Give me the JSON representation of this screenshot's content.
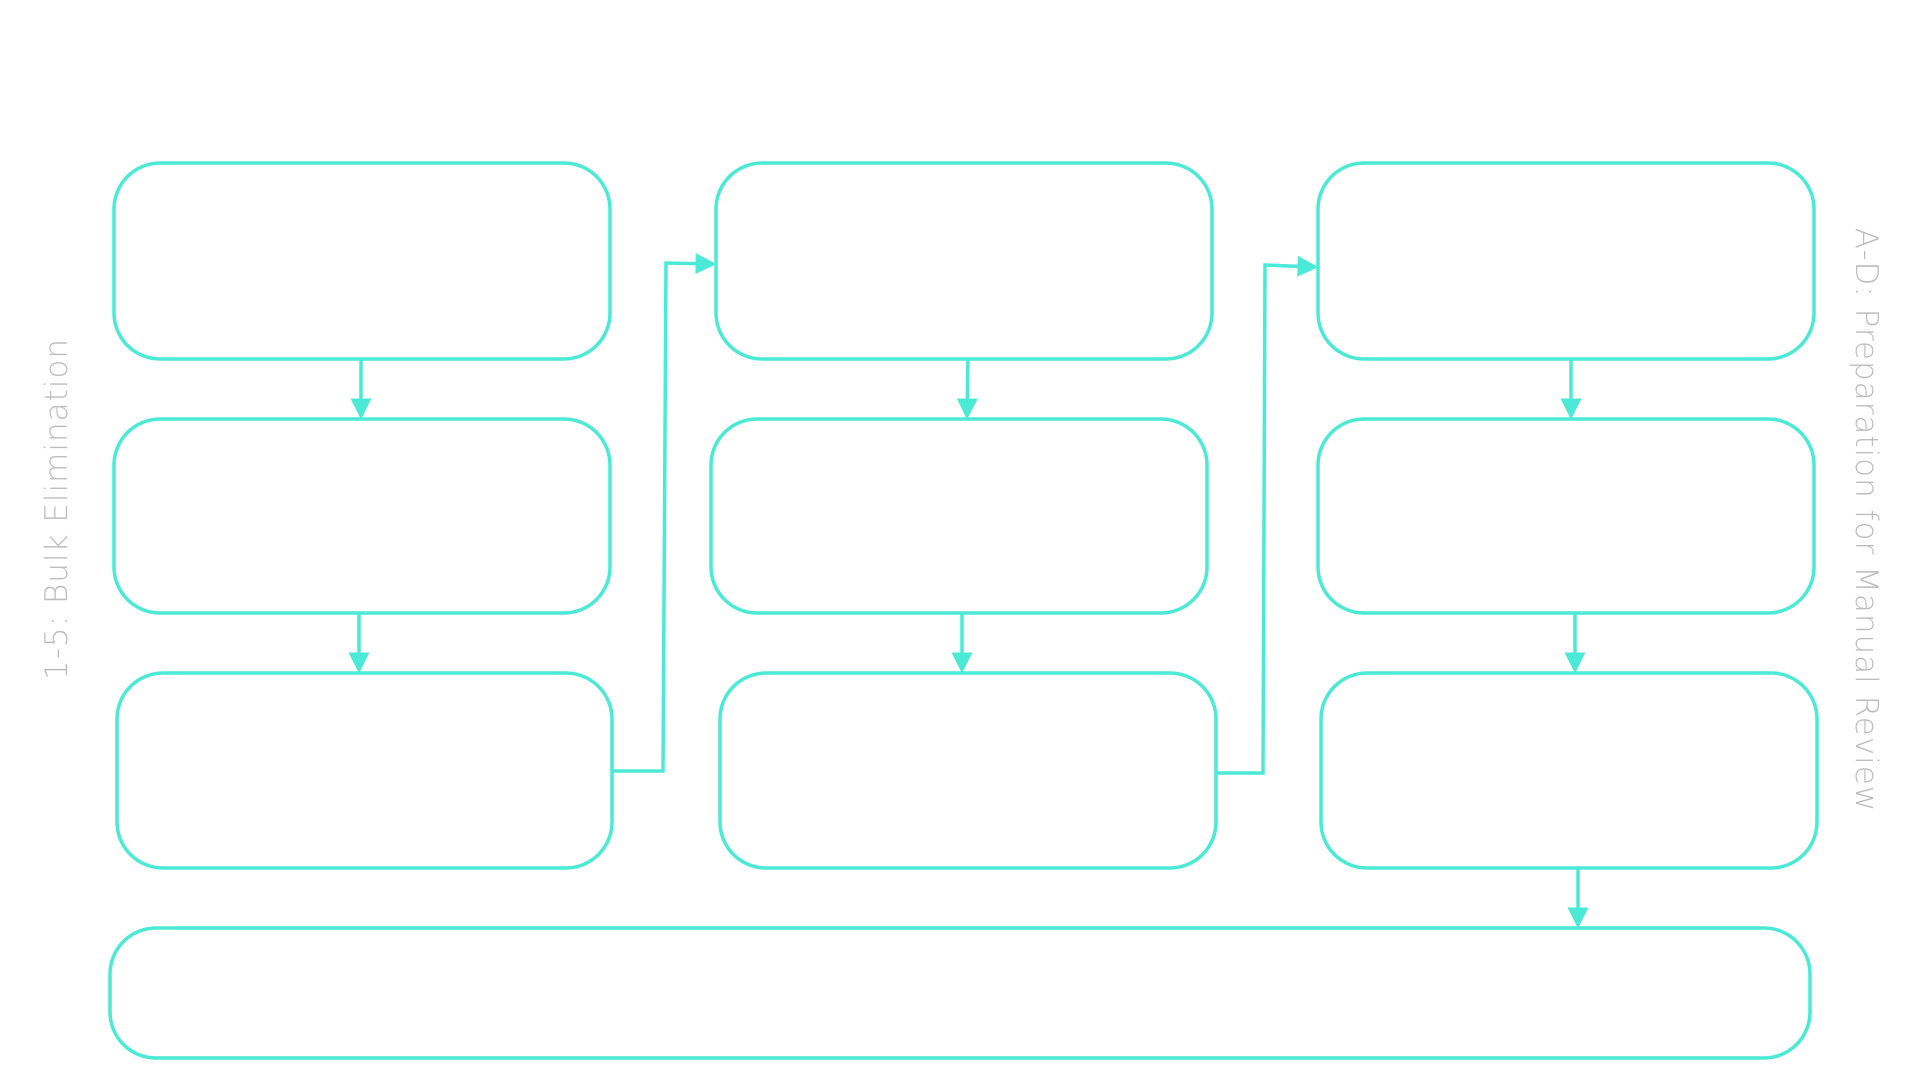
{
  "diagram": {
    "stroke_color": "#4aead6",
    "label_color": "#bdbdbd",
    "left_label": "1-5: Bulk Elimination",
    "right_label": "A-D: Preparation for Manual Review",
    "nodes": [
      {
        "id": "col1-step1",
        "column": 1,
        "row": 1,
        "text": ""
      },
      {
        "id": "col1-step2",
        "column": 1,
        "row": 2,
        "text": ""
      },
      {
        "id": "col1-step3",
        "column": 1,
        "row": 3,
        "text": ""
      },
      {
        "id": "col2-step1",
        "column": 2,
        "row": 1,
        "text": ""
      },
      {
        "id": "col2-step2",
        "column": 2,
        "row": 2,
        "text": ""
      },
      {
        "id": "col2-step3",
        "column": 2,
        "row": 3,
        "text": ""
      },
      {
        "id": "col3-step1",
        "column": 3,
        "row": 1,
        "text": ""
      },
      {
        "id": "col3-step2",
        "column": 3,
        "row": 2,
        "text": ""
      },
      {
        "id": "col3-step3",
        "column": 3,
        "row": 3,
        "text": ""
      },
      {
        "id": "final-step",
        "column": "all",
        "row": 4,
        "text": ""
      }
    ],
    "edges": [
      {
        "from": "col1-step1",
        "to": "col1-step2"
      },
      {
        "from": "col1-step2",
        "to": "col1-step3"
      },
      {
        "from": "col1-step3",
        "to": "col2-step1"
      },
      {
        "from": "col2-step1",
        "to": "col2-step2"
      },
      {
        "from": "col2-step2",
        "to": "col2-step3"
      },
      {
        "from": "col2-step3",
        "to": "col3-step1"
      },
      {
        "from": "col3-step1",
        "to": "col3-step2"
      },
      {
        "from": "col3-step2",
        "to": "col3-step3"
      },
      {
        "from": "col3-step3",
        "to": "final-step"
      }
    ]
  }
}
